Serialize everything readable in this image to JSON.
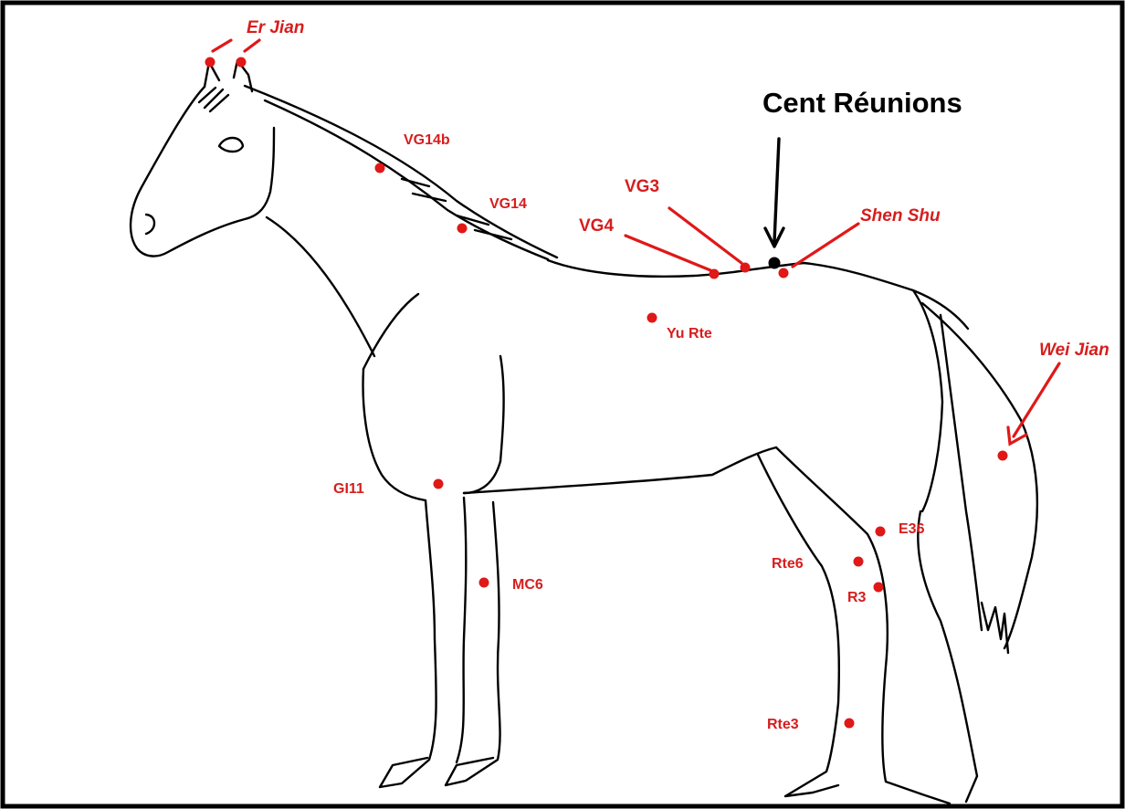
{
  "title": "Cent Réunions",
  "colors": {
    "points": "#e01818",
    "labels": "#d71d1d",
    "outline": "#000000",
    "title": "#000000"
  },
  "points": [
    {
      "id": "er-jian",
      "label": "Er Jian"
    },
    {
      "id": "vg14b",
      "label": "VG14b"
    },
    {
      "id": "vg14",
      "label": "VG14"
    },
    {
      "id": "vg3",
      "label": "VG3"
    },
    {
      "id": "vg4",
      "label": "VG4"
    },
    {
      "id": "shen-shu",
      "label": "Shen Shu"
    },
    {
      "id": "yu-rte",
      "label": "Yu Rte"
    },
    {
      "id": "wei-jian",
      "label": "Wei Jian"
    },
    {
      "id": "gi11",
      "label": "GI11"
    },
    {
      "id": "mc6",
      "label": "MC6"
    },
    {
      "id": "e36",
      "label": "E36"
    },
    {
      "id": "rte6",
      "label": "Rte6"
    },
    {
      "id": "r3",
      "label": "R3"
    },
    {
      "id": "rte3",
      "label": "Rte3"
    }
  ]
}
